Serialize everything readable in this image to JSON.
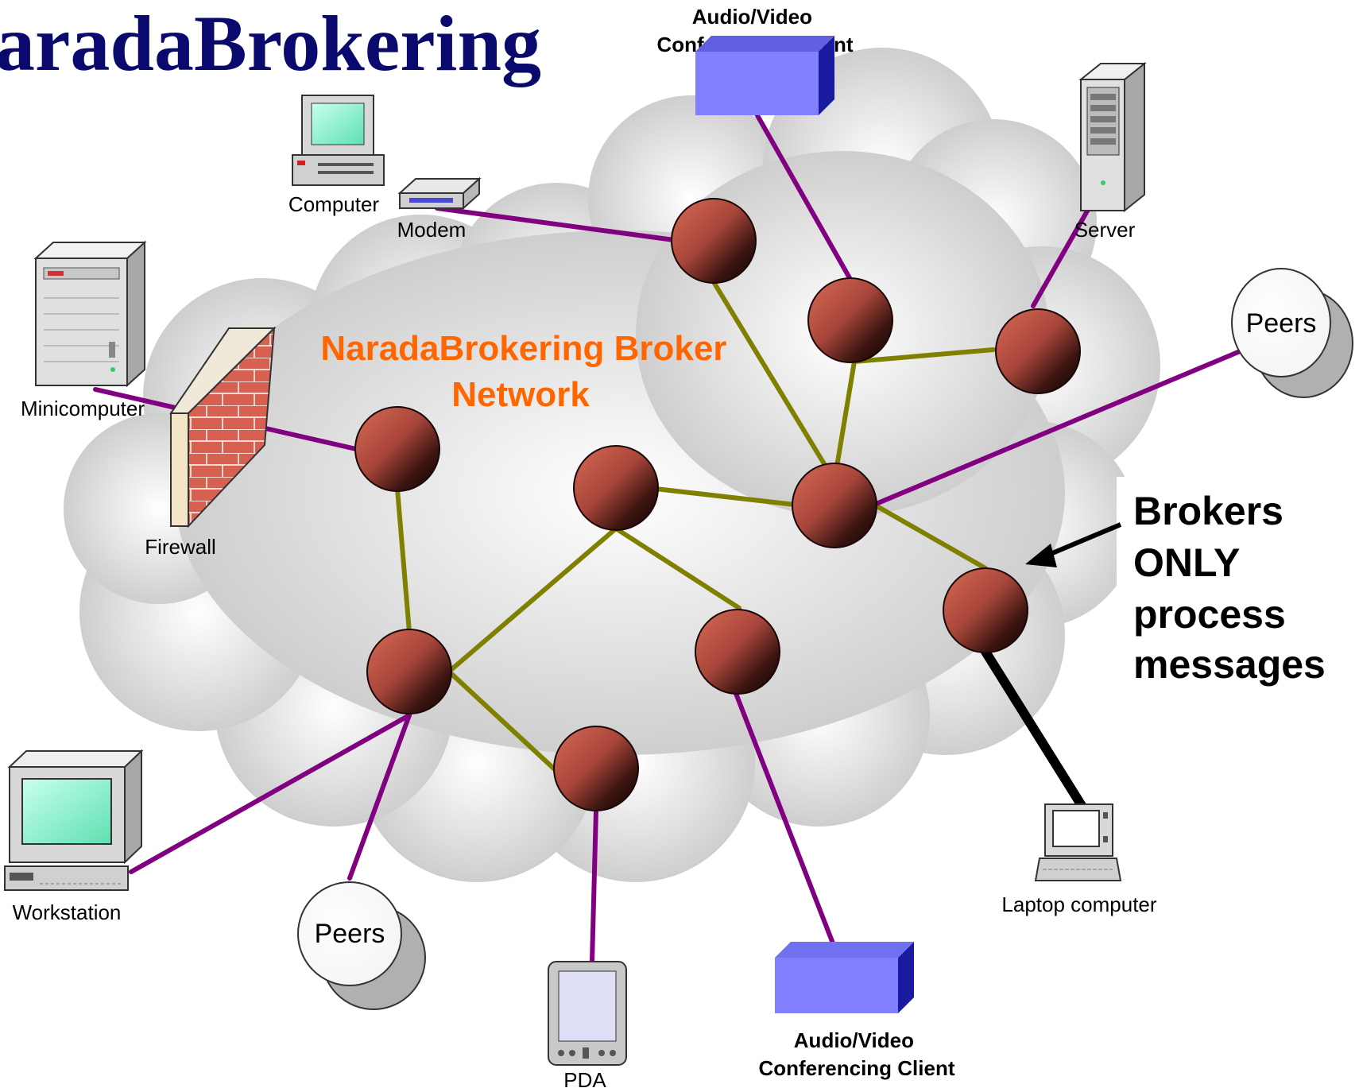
{
  "title": "aradaBrokering",
  "cloud_label": [
    "NaradaBrokering Broker",
    "Network"
  ],
  "brokers_note": [
    "Brokers",
    "ONLY",
    "process",
    "messages"
  ],
  "devices": {
    "computer": "Computer",
    "modem": "Modem",
    "server": "Server",
    "minicomputer": "Minicomputer",
    "firewall": "Firewall",
    "workstation": "Workstation",
    "laptop": "Laptop computer",
    "pda": "PDA",
    "peers_top": "Peers",
    "peers_bottom": "Peers",
    "av_client_top": [
      "Audio/Video",
      "Conferencing Client"
    ],
    "av_client_bottom": [
      "Audio/Video",
      "Conferencing Client"
    ]
  },
  "colors": {
    "title": "#0a0a6e",
    "cloud_label": "#ff6600",
    "client_link": "#800080",
    "broker_link": "#808000",
    "laptop_link": "#000000",
    "broker_node": "#b24a3c",
    "av_box": "#8080ff",
    "av_box_side": "#1a1aa0"
  },
  "icons": [
    "computer-icon",
    "modem-icon",
    "server-icon",
    "minicomputer-icon",
    "firewall-icon",
    "workstation-icon",
    "laptop-icon",
    "pda-icon",
    "peers-icon",
    "av-client-icon",
    "broker-node-icon"
  ]
}
